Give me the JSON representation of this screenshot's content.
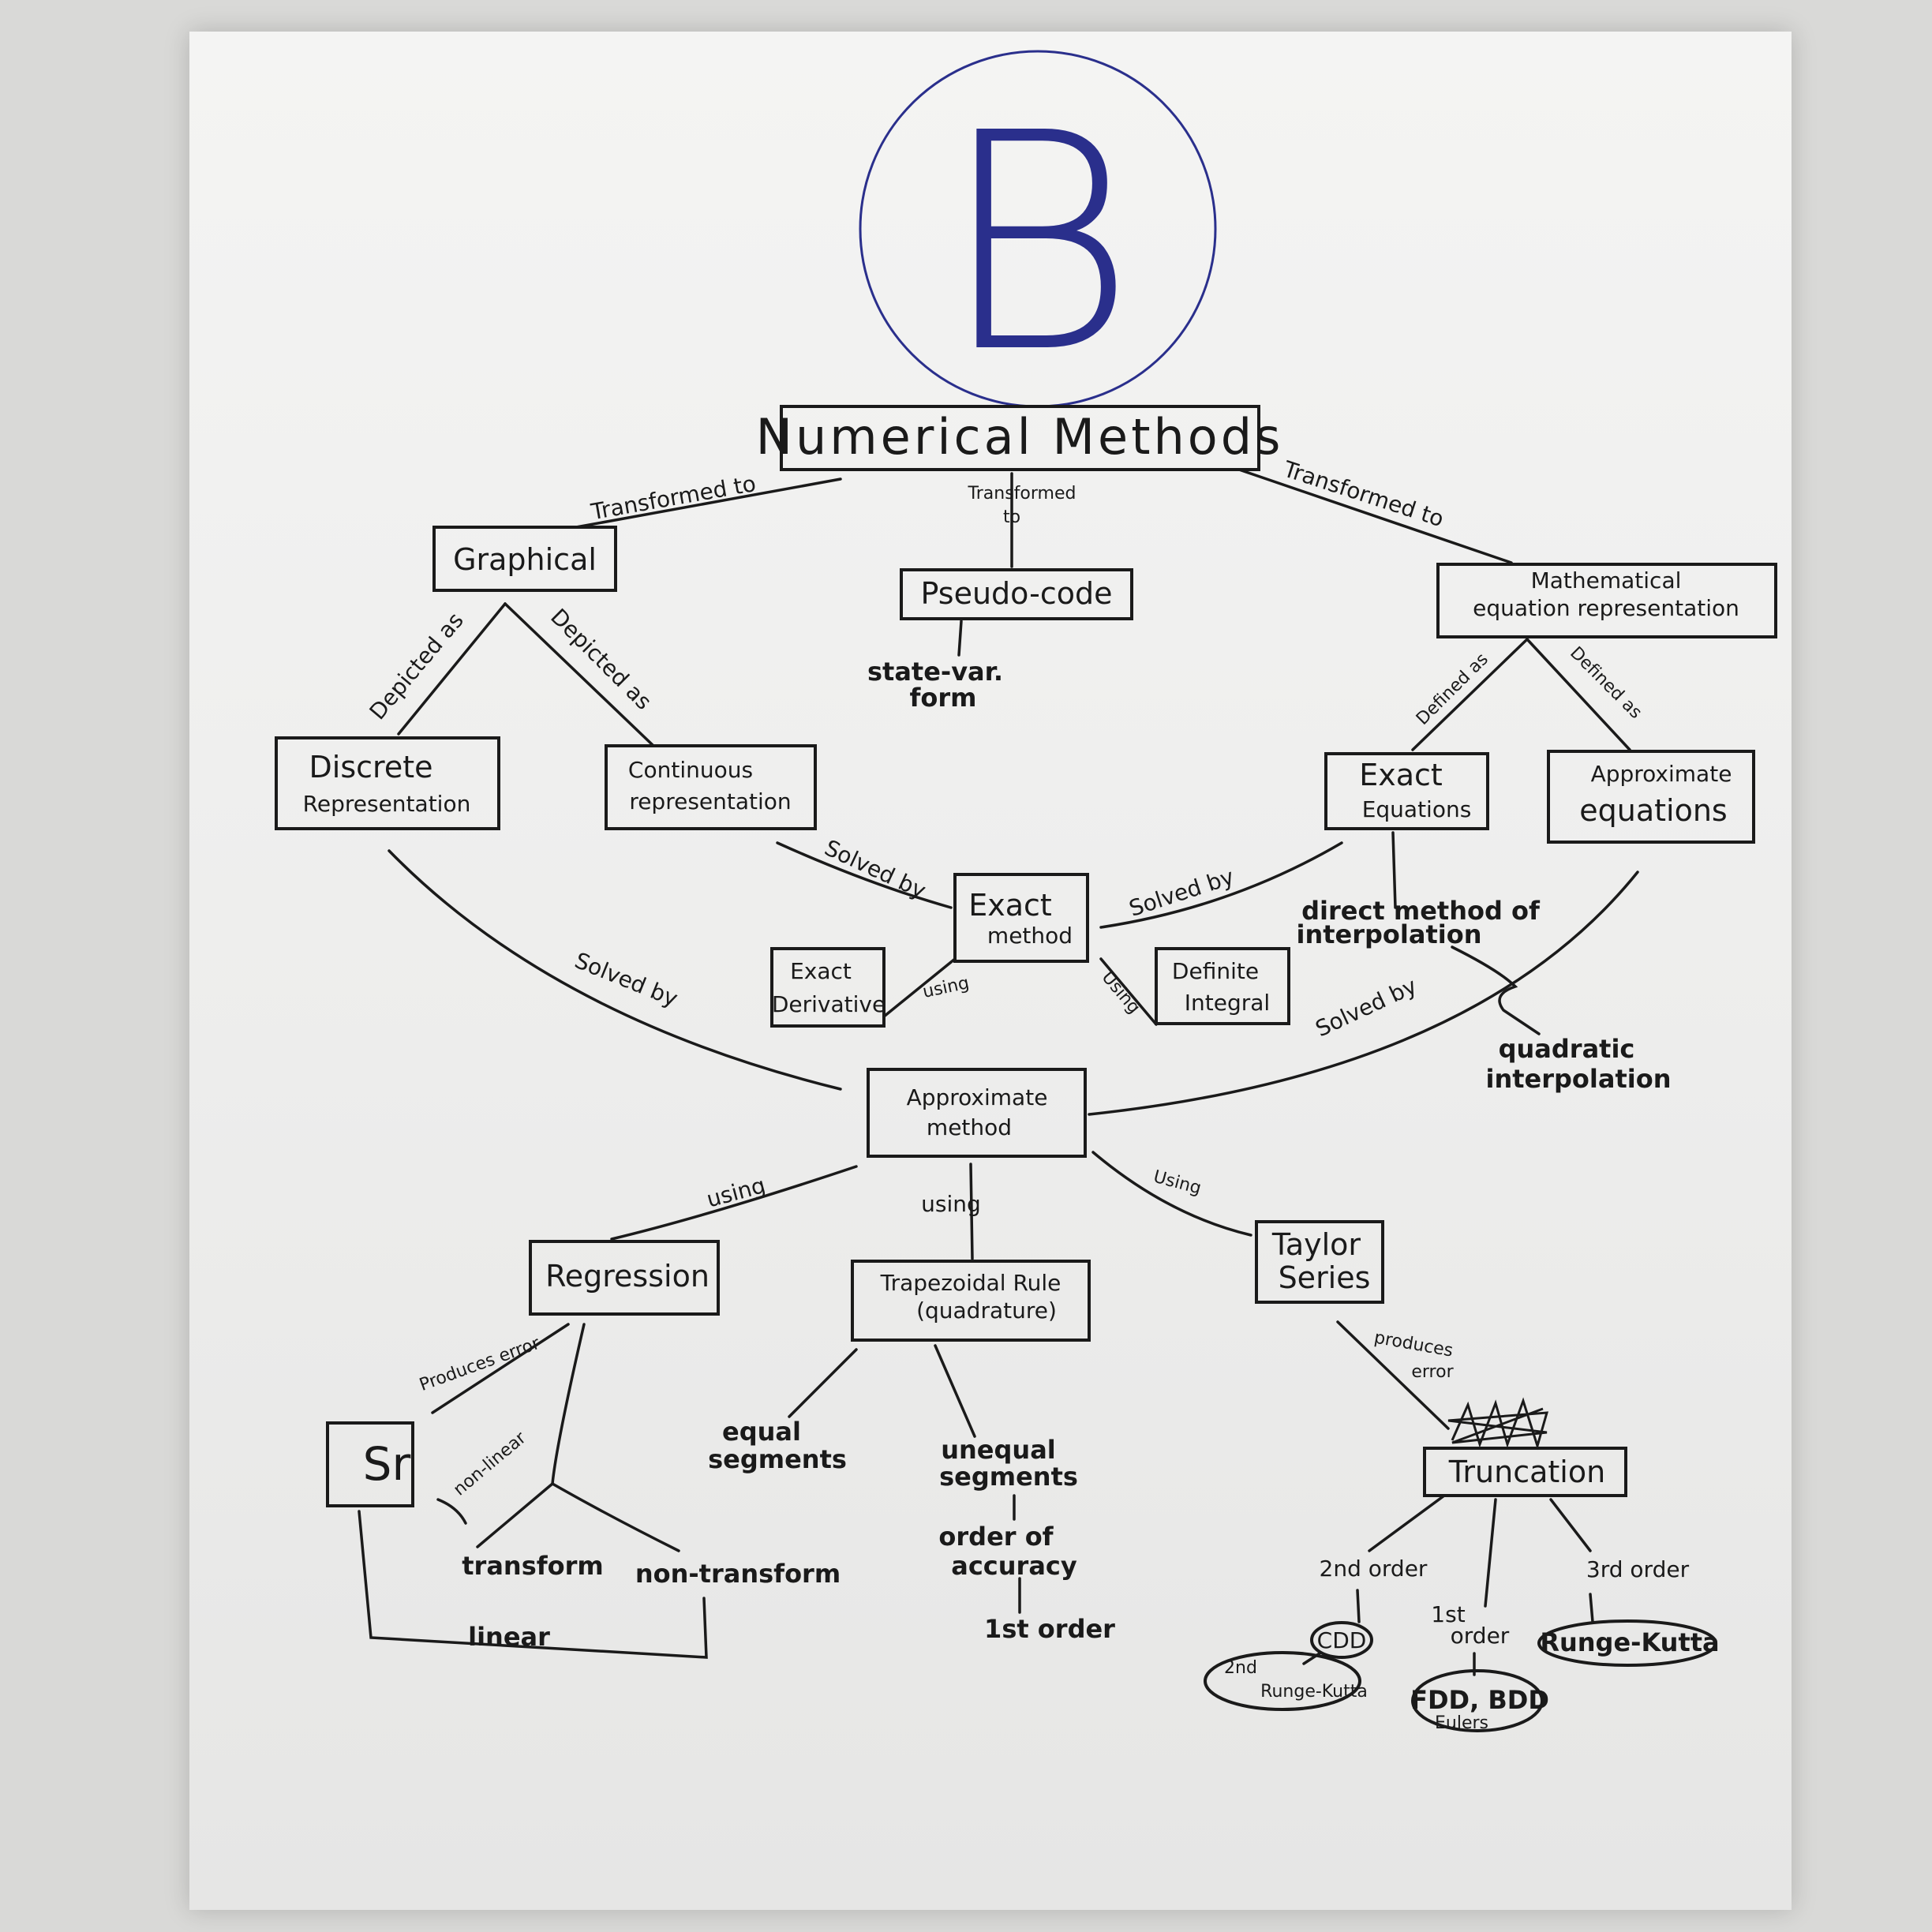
{
  "logo_letter": "B",
  "nodes": {
    "numerical_methods": "Numerical Methods",
    "graphical": "Graphical",
    "pseudo_code": "Pseudo-code",
    "state_var_1": "state-var.",
    "state_var_2": "form",
    "math_eq_1": "Mathematical",
    "math_eq_2": "equation representation",
    "discrete_1": "Discrete",
    "discrete_2": "Representation",
    "continuous_1": "Continuous",
    "continuous_2": "representation",
    "exact_eq_1": "Exact",
    "exact_eq_2": "Equations",
    "approx_eq_1": "Approximate",
    "approx_eq_2": "equations",
    "exact_method_1": "Exact",
    "exact_method_2": "method",
    "exact_derivative_1": "Exact",
    "exact_derivative_2": "Derivative",
    "definite_integral_1": "Definite",
    "definite_integral_2": "Integral",
    "direct_method_1": "direct method of",
    "direct_method_2": "interpolation",
    "quadratic_1": "quadratic",
    "quadratic_2": "interpolation",
    "approx_method_1": "Approximate",
    "approx_method_2": "method",
    "regression": "Regression",
    "trapezoidal_1": "Trapezoidal Rule",
    "trapezoidal_2": "(quadrature)",
    "taylor_1": "Taylor",
    "taylor_2": "Series",
    "sr": "Sr",
    "transform": "transform",
    "non_transform": "non-transform",
    "linear": "linear",
    "equal_1": "equal",
    "equal_2": "segments",
    "unequal_1": "unequal",
    "unequal_2": "segments",
    "order_acc_1": "order of",
    "order_acc_2": "accuracy",
    "first_order": "1st order",
    "truncation": "Truncation",
    "second_order": "2nd order",
    "first_order_b": "1st",
    "first_order_c": "order",
    "third_order": "3rd order",
    "cdd": "CDD",
    "second_rk_1": "2nd",
    "second_rk_2": "Runge-Kutta",
    "fdd_bdd": "FDD, BDD",
    "eulers": "Eulers",
    "runge_kutta": "Runge-Kutta"
  },
  "edge_labels": {
    "transformed_to_left": "Transformed to",
    "transformed_to_mid_1": "Transformed",
    "transformed_to_mid_2": "to",
    "transformed_to_right": "Transformed to",
    "depicted_as_left": "Depicted as",
    "depicted_as_right": "Depicted as",
    "defined_as_left": "Defined as",
    "defined_as_right": "Defined as",
    "solved_by_cont": "Solved by",
    "solved_by_exact_eq": "Solved by",
    "solved_by_discrete": "Solved by",
    "solved_by_approx_eq": "Solved by",
    "using_derivative": "using",
    "using_integral": "Using",
    "using_regression": "using",
    "using_trapezoidal": "using",
    "using_taylor": "Using",
    "produces_error_reg": "Produces error",
    "produces_error_taylor_1": "produces",
    "produces_error_taylor_2": "error",
    "non_linear": "non-linear"
  },
  "colors": {
    "logo_ink": "#2a2f8c",
    "ink": "#1a1a1a"
  }
}
